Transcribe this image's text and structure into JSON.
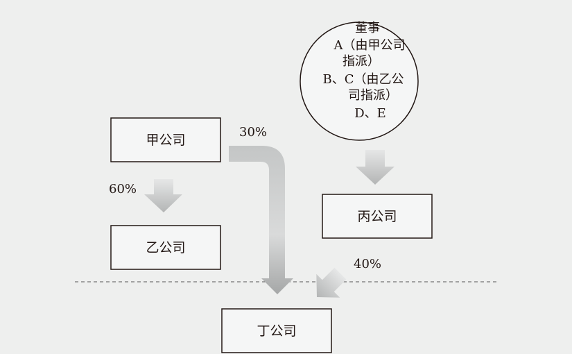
{
  "companies": {
    "jia": "甲公司",
    "yi": "乙公司",
    "bing": "丙公司",
    "ding": "丁公司"
  },
  "directors": {
    "lines": [
      "董事",
      "A（由甲公司",
      "指派）",
      "B、C（由乙公",
      "司指派）",
      "D、E"
    ]
  },
  "percentages": {
    "jia_to_yi": "60%",
    "jia_to_ding": "30%",
    "bing_to_ding": "40%"
  }
}
